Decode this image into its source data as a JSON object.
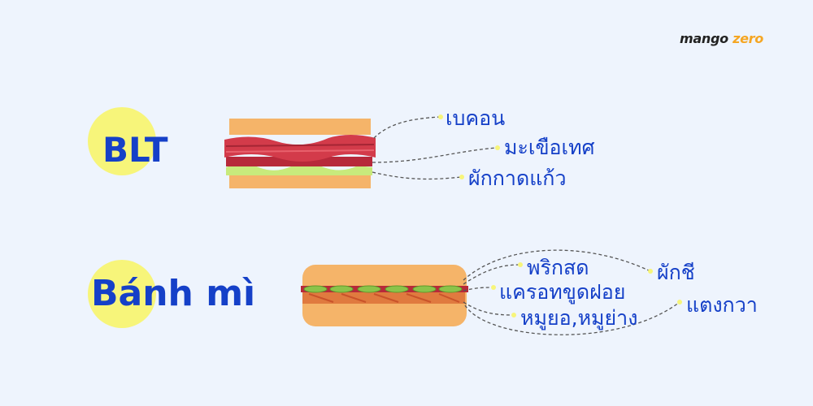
{
  "logo": {
    "main": "mango ",
    "accent": "zero"
  },
  "blt": {
    "title": "BLT",
    "labels": [
      "เบคอน",
      "มะเขือเทศ",
      "ผักกาดแก้ว"
    ]
  },
  "banhmi": {
    "title": "Bánh mì",
    "labels": [
      "พริกสด",
      "ผักชี",
      "แครอทขูดฝอย",
      "หมูยอ,หมูย่าง",
      "แตงกวา"
    ]
  },
  "colors": {
    "background": "#eef4fd",
    "title": "#1540c8",
    "highlight": "#f7f57a",
    "bread": "#f5b469",
    "bacon": "#d33b4a",
    "lettuce": "#c8ea7c",
    "cucumber": "#8bc34a"
  }
}
